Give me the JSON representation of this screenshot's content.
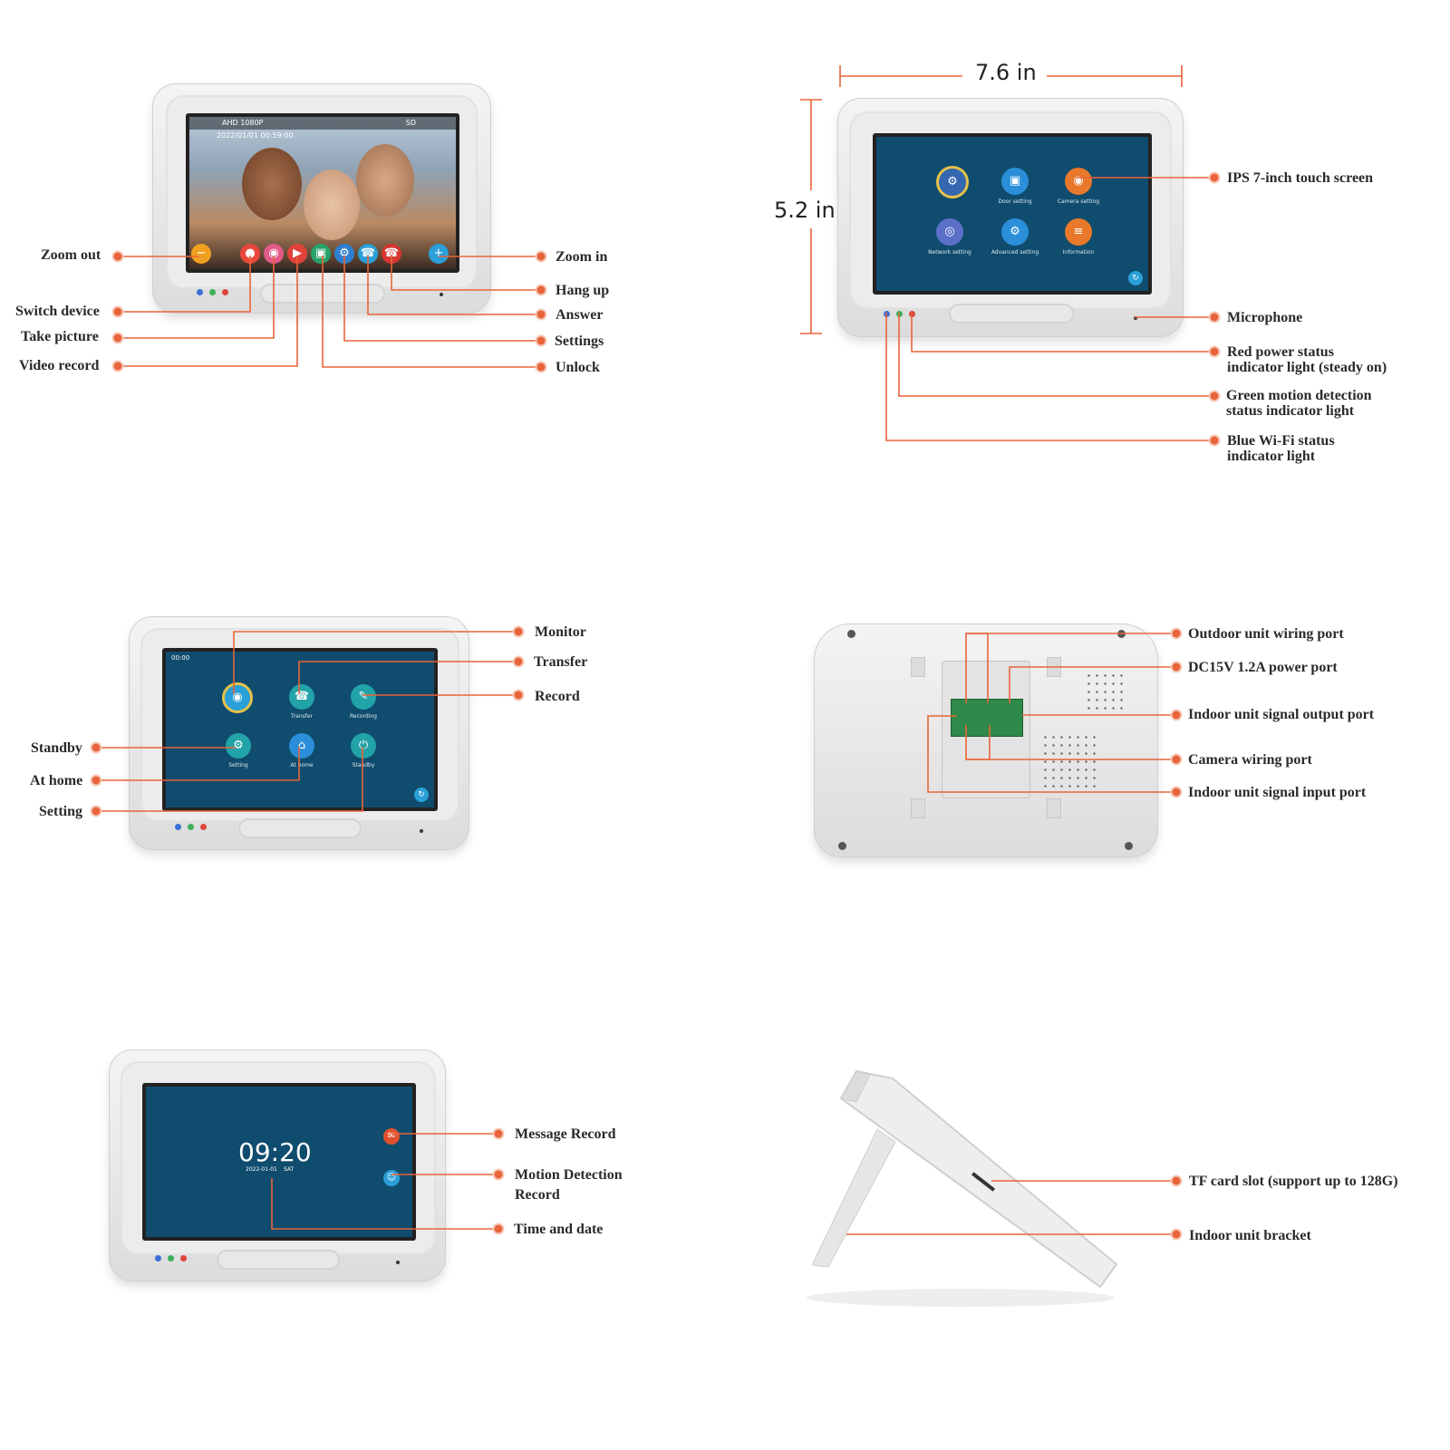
{
  "panel1": {
    "screen_top_left": "AHD 1080P",
    "screen_top_right": "SD",
    "screen_time": "2022/01/01  00:59:00",
    "callouts": {
      "zoom_out": "Zoom out",
      "switch_device": "Switch device",
      "take_picture": "Take picture",
      "video_record": "Video record",
      "zoom_in": "Zoom in",
      "hang_up": "Hang up",
      "answer": "Answer",
      "settings": "Settings",
      "unlock": "Unlock"
    }
  },
  "panel2": {
    "width_label": "7.6 in",
    "height_label": "5.2 in",
    "menu": [
      "Door setting",
      "Camera setting",
      "Network setting",
      "Advanced setting",
      "Information"
    ],
    "callouts": {
      "screen": "IPS 7-inch touch screen",
      "microphone": "Microphone",
      "red_line1": "Red power status",
      "red_line2": "indicator light (steady on)",
      "green_line1": "Green motion detection",
      "green_line2": "status indicator light",
      "blue_line1": "Blue Wi-Fi status",
      "blue_line2": "indicator light"
    }
  },
  "panel3": {
    "screen_time": "00:00",
    "menu": [
      "Transfer",
      "Recording",
      "Setting",
      "At home",
      "Standby"
    ],
    "callouts": {
      "monitor": "Monitor",
      "transfer": "Transfer",
      "record": "Record",
      "standby": "Standby",
      "at_home": "At home",
      "setting": "Setting"
    }
  },
  "panel4": {
    "callouts": {
      "outdoor": "Outdoor unit wiring port",
      "power": "DC15V 1.2A power port",
      "signal_out": "Indoor unit signal output port",
      "camera": "Camera wiring port",
      "signal_in": "Indoor unit signal input port"
    }
  },
  "panel5": {
    "clock": "09:20",
    "date": "2022-01-01",
    "weekday": "SAT",
    "callouts": {
      "message": "Message Record",
      "motion_line1": "Motion Detection",
      "motion_line2": "Record",
      "time_date": "Time and date"
    }
  },
  "panel6": {
    "callouts": {
      "tf": "TF card slot (support up to 128G)",
      "bracket": "Indoor unit bracket"
    }
  },
  "colors": {
    "accent": "#e8643a",
    "screen": "#0f4c6e"
  }
}
